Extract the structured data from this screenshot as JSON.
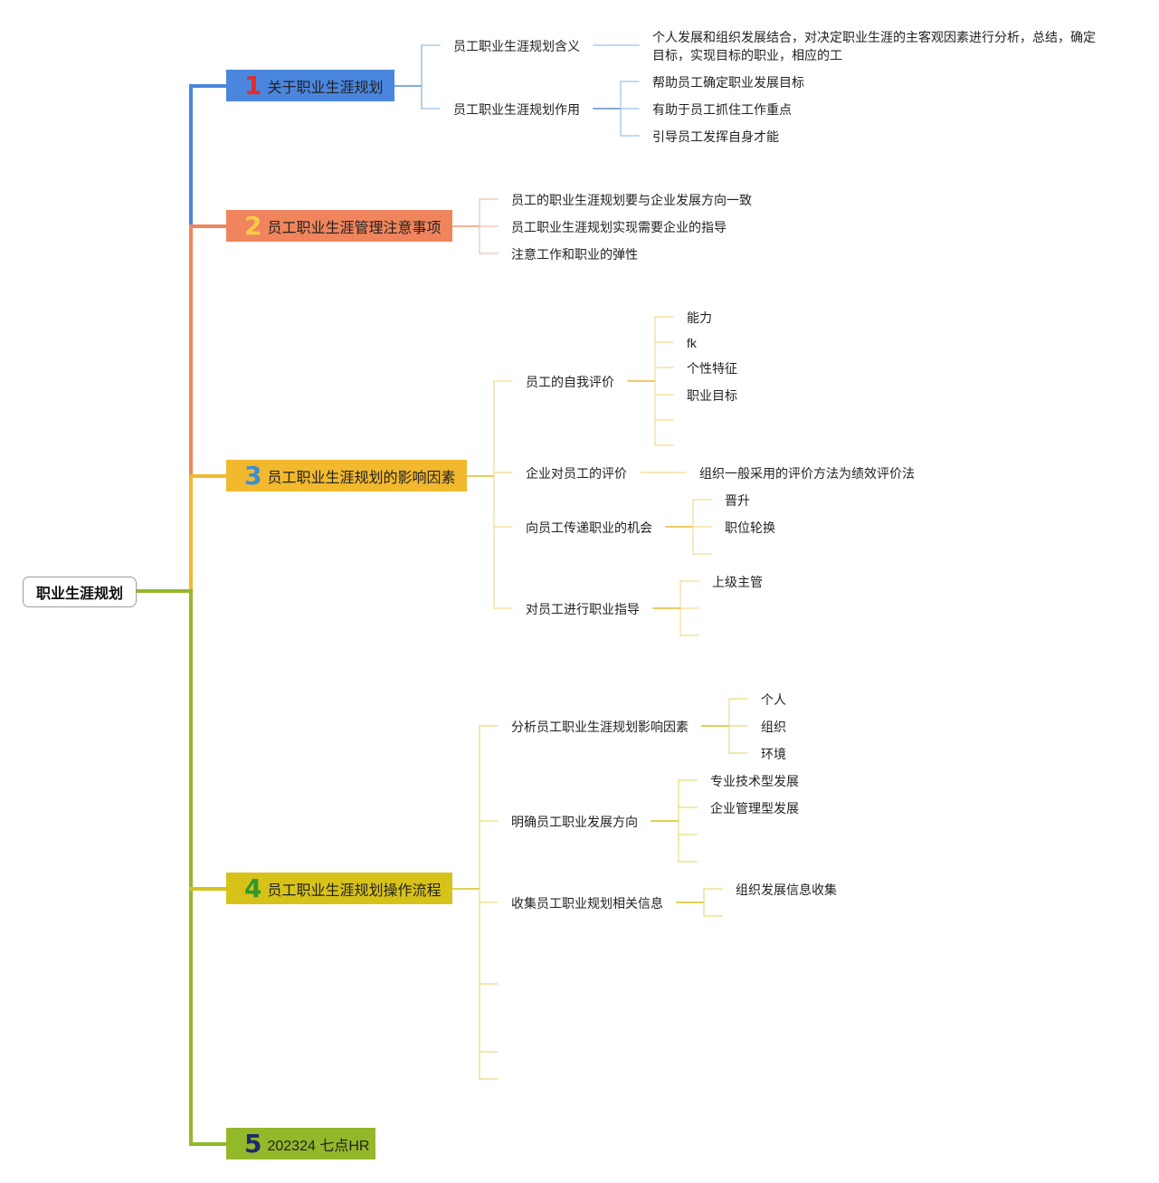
{
  "mindmap": {
    "root": "职业生涯规划",
    "branches": [
      {
        "number": "1",
        "label": "关于职业生涯规划",
        "color": "#4a86de",
        "number_color": "#e02b2b",
        "children": [
          {
            "label": "员工职业生涯规划含义",
            "children": [
              "个人发展和组织发展结合，对决定职业生涯的主客观因素进行分析，总结，确定目标，实现目标的职业，相应的工"
            ]
          },
          {
            "label": "员工职业生涯规划作用",
            "children": [
              "帮助员工确定职业发展目标",
              "有助于员工抓住工作重点",
              "引导员工发挥自身才能"
            ]
          }
        ]
      },
      {
        "number": "2",
        "label": "员工职业生涯管理注意事项",
        "color": "#f0855d",
        "number_color": "#f7c948",
        "children": [
          {
            "label": "员工的职业生涯规划要与企业发展方向一致"
          },
          {
            "label": "员工职业生涯规划实现需要企业的指导"
          },
          {
            "label": "注意工作和职业的弹性"
          }
        ]
      },
      {
        "number": "3",
        "label": "员工职业生涯规划的影响因素",
        "color": "#f2b82e",
        "number_color": "#3a8fd6",
        "children": [
          {
            "label": "员工的自我评价",
            "children": [
              "能力",
              "fk",
              "个性特征",
              "职业目标"
            ]
          },
          {
            "label": "企业对员工的评价",
            "children": [
              "组织一般采用的评价方法为绩效评价法"
            ]
          },
          {
            "label": "向员工传递职业的机会",
            "children": [
              "晋升",
              "职位轮换"
            ]
          },
          {
            "label": "对员工进行职业指导",
            "children": [
              "上级主管"
            ]
          }
        ]
      },
      {
        "number": "4",
        "label": "员工职业生涯规划操作流程",
        "color": "#d7c21a",
        "number_color": "#2e9a2e",
        "children": [
          {
            "label": "分析员工职业生涯规划影响因素",
            "children": [
              "个人",
              "组织",
              "环境"
            ]
          },
          {
            "label": "明确员工职业发展方向",
            "children": [
              "专业技术型发展",
              "企业管理型发展"
            ]
          },
          {
            "label": "收集员工职业规划相关信息",
            "children": [
              "组织发展信息收集"
            ]
          }
        ]
      },
      {
        "number": "5",
        "label": "202324 七点HR",
        "color": "#93b82a",
        "number_color": "#1f2a6b",
        "children": []
      }
    ]
  }
}
